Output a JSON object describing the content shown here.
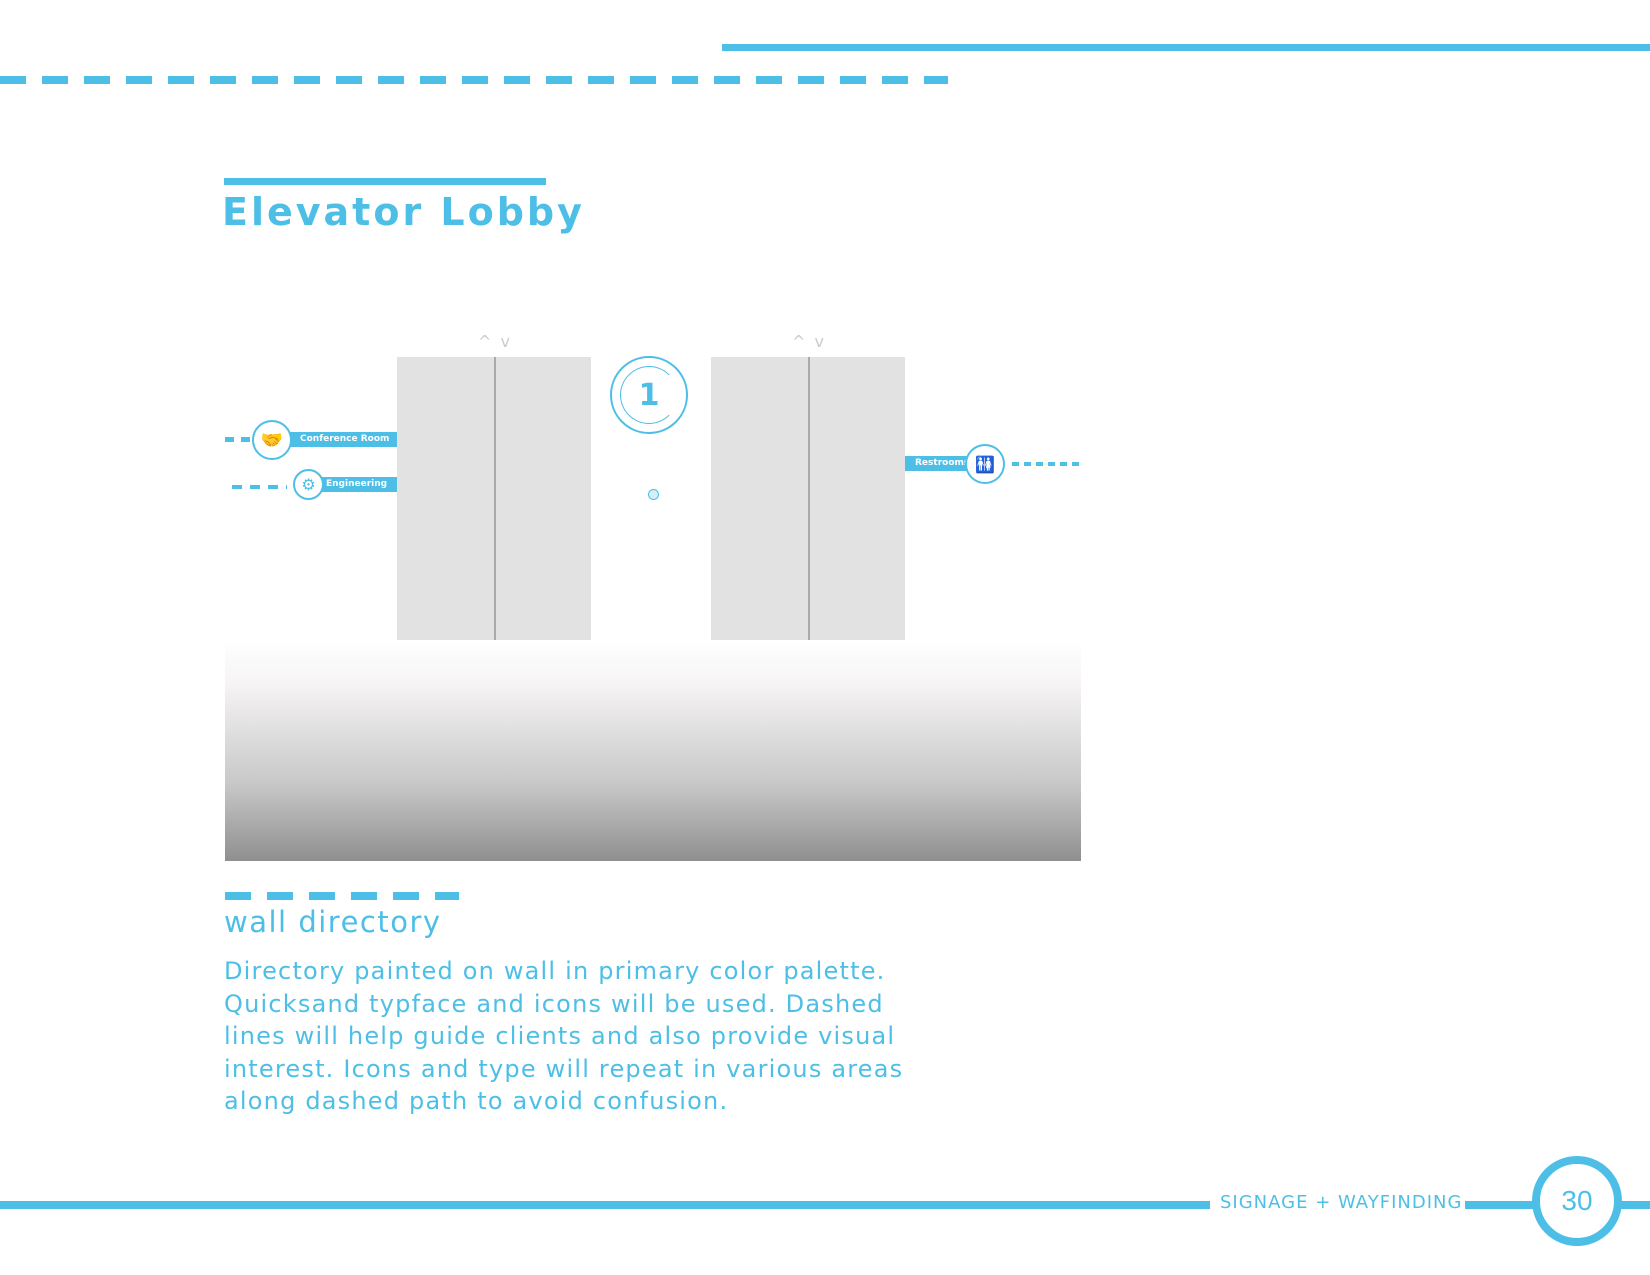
{
  "title": "Elevator Lobby",
  "directory": {
    "labels": [
      "Conference Room",
      "Engineering Lab",
      "Restrooms"
    ],
    "floor_number": "1",
    "icons": [
      "handshake-icon",
      "gears-icon",
      "restroom-icon"
    ]
  },
  "elevator_arrows": "^ v",
  "section_heading": "wall directory",
  "description_lines": [
    "Directory painted on wall in primary color palette.",
    "Quicksand typface and icons will be used. Dashed",
    "lines will help guide clients and also provide visual",
    "interest. Icons and type will repeat in various areas",
    "along dashed path to avoid confusion."
  ],
  "footer": {
    "section": "SIGNAGE + WAYFINDING",
    "page_number": "30"
  },
  "colors": {
    "accent": "#4dbfe6"
  }
}
